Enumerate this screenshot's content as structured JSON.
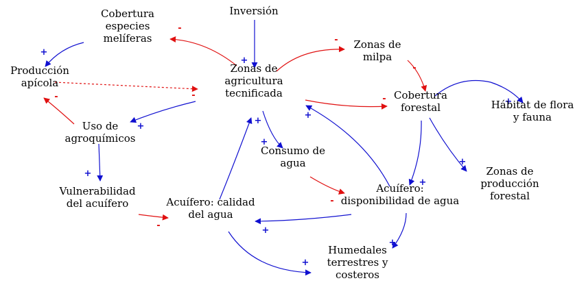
{
  "colors": {
    "positive": "#1010d0",
    "negative": "#e01010",
    "text": "#000000",
    "background": "#ffffff"
  },
  "nodes": {
    "inversion": [
      "Inversión"
    ],
    "cobertura_meliferas": [
      "Cobertura",
      "especies",
      "melíferas"
    ],
    "produccion_apicola": [
      "Producción",
      "apícola"
    ],
    "zonas_agricultura": [
      "Zonas de",
      "agricultura",
      "tecnificada"
    ],
    "zonas_milpa": [
      "Zonas de",
      "milpa"
    ],
    "cobertura_forestal": [
      "Cobertura",
      "forestal"
    ],
    "habitat": [
      "Hábitat de flora",
      "y fauna"
    ],
    "uso_agroquimicos": [
      "Uso de",
      "agroquímicos"
    ],
    "consumo_agua": [
      "Consumo de",
      "agua"
    ],
    "vulnerabilidad": [
      "Vulnerabilidad",
      "del acuífero"
    ],
    "acuifero_calidad": [
      "Acuífero: calidad",
      "del agua"
    ],
    "acuifero_disponibilidad": [
      "Acuífero:",
      "disponibilidad de agua"
    ],
    "zonas_produccion_forestal": [
      "Zonas de",
      "producción",
      "forestal"
    ],
    "humedales": [
      "Humedales",
      "terrestres y",
      "costeros"
    ]
  },
  "links": [
    {
      "from": "inversion",
      "to": "zonas_agricultura",
      "polarity": "+",
      "style": "solid"
    },
    {
      "from": "zonas_agricultura",
      "to": "cobertura_meliferas",
      "polarity": "-",
      "style": "solid"
    },
    {
      "from": "cobertura_meliferas",
      "to": "produccion_apicola",
      "polarity": "+",
      "style": "solid"
    },
    {
      "from": "produccion_apicola",
      "to": "zonas_agricultura",
      "polarity": "-",
      "style": "dashed"
    },
    {
      "from": "zonas_agricultura",
      "to": "uso_agroquimicos",
      "polarity": "+",
      "style": "solid"
    },
    {
      "from": "uso_agroquimicos",
      "to": "produccion_apicola",
      "polarity": "-",
      "style": "solid"
    },
    {
      "from": "zonas_agricultura",
      "to": "zonas_milpa",
      "polarity": "-",
      "style": "solid"
    },
    {
      "from": "zonas_milpa",
      "to": "cobertura_forestal",
      "polarity": "-",
      "style": "solid"
    },
    {
      "from": "zonas_agricultura",
      "to": "cobertura_forestal",
      "polarity": "-",
      "style": "solid"
    },
    {
      "from": "cobertura_forestal",
      "to": "habitat",
      "polarity": "+",
      "style": "solid"
    },
    {
      "from": "cobertura_forestal",
      "to": "zonas_produccion_forestal",
      "polarity": "+",
      "style": "solid"
    },
    {
      "from": "cobertura_forestal",
      "to": "acuifero_disponibilidad",
      "polarity": "+",
      "style": "solid"
    },
    {
      "from": "zonas_agricultura",
      "to": "consumo_agua",
      "polarity": "+",
      "style": "solid"
    },
    {
      "from": "consumo_agua",
      "to": "acuifero_disponibilidad",
      "polarity": "-",
      "style": "solid"
    },
    {
      "from": "acuifero_disponibilidad",
      "to": "zonas_agricultura",
      "polarity": "+",
      "style": "solid"
    },
    {
      "from": "acuifero_disponibilidad",
      "to": "acuifero_calidad",
      "polarity": "+",
      "style": "solid"
    },
    {
      "from": "acuifero_disponibilidad",
      "to": "humedales",
      "polarity": "+",
      "style": "solid"
    },
    {
      "from": "uso_agroquimicos",
      "to": "vulnerabilidad",
      "polarity": "+",
      "style": "solid"
    },
    {
      "from": "vulnerabilidad",
      "to": "acuifero_calidad",
      "polarity": "-",
      "style": "solid"
    },
    {
      "from": "acuifero_calidad",
      "to": "zonas_agricultura",
      "polarity": "+",
      "style": "solid"
    },
    {
      "from": "acuifero_calidad",
      "to": "humedales",
      "polarity": "+",
      "style": "solid"
    }
  ]
}
